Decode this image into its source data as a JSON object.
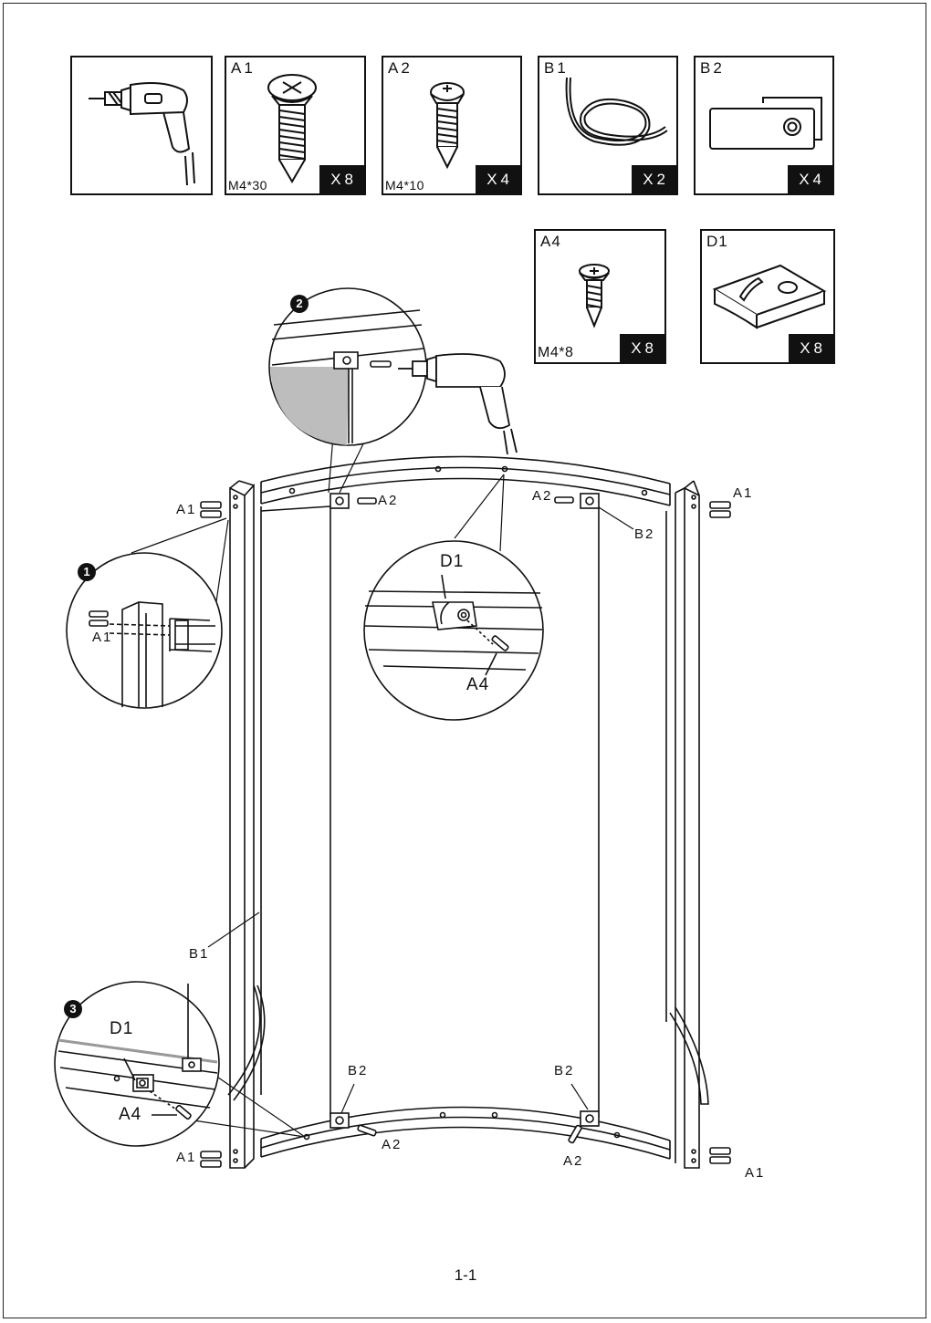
{
  "parts": {
    "a1": {
      "code": "A1",
      "spec": "M4*30",
      "qty": "X8"
    },
    "a2": {
      "code": "A2",
      "spec": "M4*10",
      "qty": "X4"
    },
    "b1": {
      "code": "B1",
      "qty": "X2"
    },
    "b2": {
      "code": "B2",
      "qty": "X4"
    },
    "a4": {
      "code": "A4",
      "spec": "M4*8",
      "qty": "X8"
    },
    "d1": {
      "code": "D1",
      "qty": "X8"
    }
  },
  "callouts": {
    "a1_left_top": "A1",
    "a1_right_top": "A1",
    "a1_left_bottom": "A1",
    "a1_right_bottom": "A1",
    "a2_top_left": "A2",
    "a2_top_right": "A2",
    "a2_bottom_left": "A2",
    "a2_bottom_right": "A2",
    "b2_top_right": "B2",
    "b2_bottom_left": "B2",
    "b2_bottom_right": "B2",
    "b1_side": "B1",
    "detail1_a1": "A1",
    "detail_mid_d1": "D1",
    "detail_mid_a4": "A4",
    "detail3_d1": "D1",
    "detail3_a4": "A4"
  },
  "steps": {
    "one": "1",
    "two": "2",
    "three": "3"
  },
  "page_number": "1-1",
  "colors": {
    "ink": "#111111",
    "glass_shade": "#bdbdbd"
  }
}
